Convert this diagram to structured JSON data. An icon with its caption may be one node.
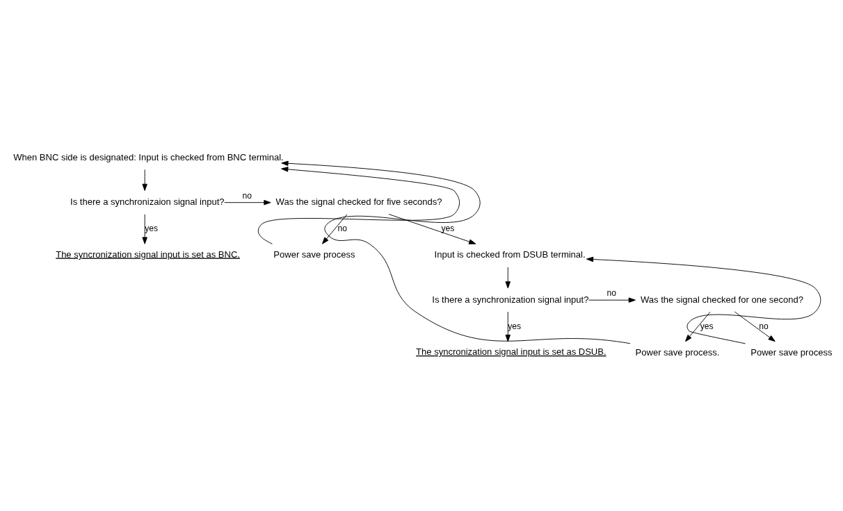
{
  "diagram": {
    "nodes": [
      {
        "text": [
          "When BNC side is designated: Input is checked from BNC terminal."
        ]
      },
      {
        "text": [
          "Is there a synchronizaion signal input?"
        ]
      },
      {
        "text": [
          "Was the signal checked for five seconds?"
        ]
      },
      {
        "text": [
          "Power save process"
        ]
      },
      {
        "text": [
          "The syncronization signal input is set as BNC."
        ]
      },
      {
        "text": [
          "Input is checked from DSUB terminal."
        ]
      },
      {
        "text": [
          "Is there a synchronization signal input?"
        ]
      },
      {
        "text": [
          "Was the signal checked for one second?"
        ]
      },
      {
        "text": [
          "Power save process"
        ]
      },
      {
        "text": [
          "The syncronization signal input is set as DSUB."
        ]
      },
      {
        "text": [
          "Power save process."
        ]
      }
    ],
    "edges": [
      {
        "from": 0,
        "to": 1,
        "arrow": "to"
      },
      {
        "from": 1,
        "to": 2,
        "arrow": "to",
        "label": "no"
      },
      {
        "from": 2,
        "to": 3,
        "arrow": "to",
        "label": "no"
      },
      {
        "from": 3,
        "to": 0,
        "arrow": "to"
      },
      {
        "from": 1,
        "to": 4,
        "arrow": "to",
        "label": "yes"
      },
      {
        "from": 2,
        "to": 5,
        "arrow": "to",
        "label": "yes"
      },
      {
        "from": 5,
        "to": 6,
        "arrow": "to"
      },
      {
        "from": 6,
        "to": 7,
        "arrow": "to",
        "label": "no"
      },
      {
        "from": 7,
        "to": 8,
        "arrow": "to",
        "label": "no"
      },
      {
        "from": 8,
        "to": 5,
        "arrow": "to"
      },
      {
        "from": 6,
        "to": 9,
        "arrow": "to",
        "label": "yes"
      },
      {
        "from": 7,
        "to": 10,
        "arrow": "to",
        "label": "yes"
      },
      {
        "from": 10,
        "to": 0,
        "arrow": "to"
      }
    ]
  }
}
